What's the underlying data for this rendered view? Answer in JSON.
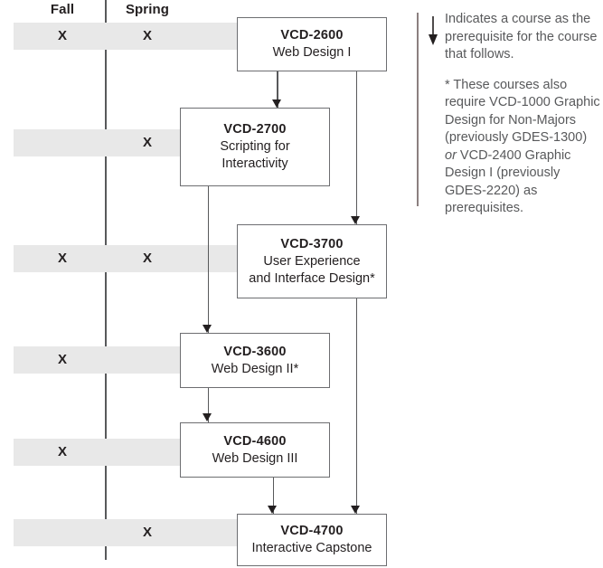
{
  "columns": [
    {
      "id": "fall",
      "label": "Fall"
    },
    {
      "id": "spring",
      "label": "Spring"
    }
  ],
  "offering_mark": "X",
  "courses": [
    {
      "id": "vcd-2600",
      "code": "VCD-2600",
      "title": "Web Design I",
      "offered": {
        "fall": true,
        "spring": true
      }
    },
    {
      "id": "vcd-2700",
      "code": "VCD-2700",
      "title_line1": "Scripting for",
      "title_line2": "Interactivity",
      "offered": {
        "fall": false,
        "spring": true
      }
    },
    {
      "id": "vcd-3700",
      "code": "VCD-3700",
      "title_line1": "User Experience",
      "title_line2": "and Interface Design*",
      "offered": {
        "fall": true,
        "spring": true
      }
    },
    {
      "id": "vcd-3600",
      "code": "VCD-3600",
      "title": "Web Design II*",
      "offered": {
        "fall": true,
        "spring": false
      }
    },
    {
      "id": "vcd-4600",
      "code": "VCD-4600",
      "title": "Web Design III",
      "offered": {
        "fall": true,
        "spring": false
      }
    },
    {
      "id": "vcd-4700",
      "code": "VCD-4700",
      "title": "Interactive Capstone",
      "offered": {
        "fall": false,
        "spring": true
      }
    }
  ],
  "legend": {
    "arrow_icon": "down-arrow-icon",
    "arrow_note": "Indicates a course as the prerequisite for the course that follows.",
    "footnote_part1": "* These courses also require VCD-1000 Graphic Design for Non-Majors (previously GDES-1300) ",
    "footnote_emphasis": "or",
    "footnote_part2": " VCD-2400 Graphic Design I (previously GDES-2220) as prerequisites."
  },
  "colors": {
    "band": "#e8e8e8",
    "box_border": "#6d6e71",
    "connector": "#58595b",
    "text": "#231f20",
    "legend_text": "#58595b",
    "legend_rule": "#8c8080"
  }
}
